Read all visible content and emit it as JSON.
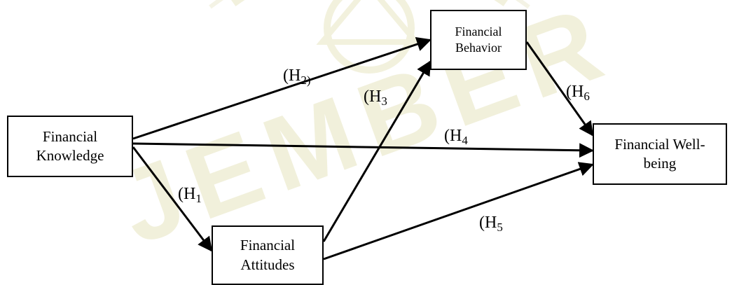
{
  "colors": {
    "watermark": "#e8e6c2",
    "watermark_text": "#d9d9a8",
    "stroke": "#000000"
  },
  "watermark": {
    "text": "JEMBER"
  },
  "nodes": {
    "knowledge": {
      "label": "Financial\nKnowledge"
    },
    "behavior": {
      "label": "Financial\nBehavior"
    },
    "attitudes": {
      "label": "Financial\nAttitudes"
    },
    "wellbeing": {
      "label": "Financial Well-\nbeing"
    }
  },
  "hypotheses": {
    "h1": {
      "prefix": "(H",
      "sub": "1",
      "suffix": ""
    },
    "h2": {
      "prefix": "(H",
      "sub": "2)",
      "suffix": ""
    },
    "h3": {
      "prefix": "(H",
      "sub": "3",
      "suffix": ""
    },
    "h4": {
      "prefix": "(H",
      "sub": "4",
      "suffix": ""
    },
    "h5": {
      "prefix": "(H",
      "sub": "5",
      "suffix": ""
    },
    "h6": {
      "prefix": "(H",
      "sub": "6",
      "suffix": ""
    }
  },
  "edges": [
    {
      "from": "knowledge",
      "to": "attitudes",
      "label": "h1"
    },
    {
      "from": "knowledge",
      "to": "behavior",
      "label": "h2"
    },
    {
      "from": "attitudes",
      "to": "behavior",
      "label": "h3"
    },
    {
      "from": "knowledge",
      "to": "wellbeing",
      "label": "h4"
    },
    {
      "from": "attitudes",
      "to": "wellbeing",
      "label": "h5"
    },
    {
      "from": "behavior",
      "to": "wellbeing",
      "label": "h6"
    }
  ]
}
